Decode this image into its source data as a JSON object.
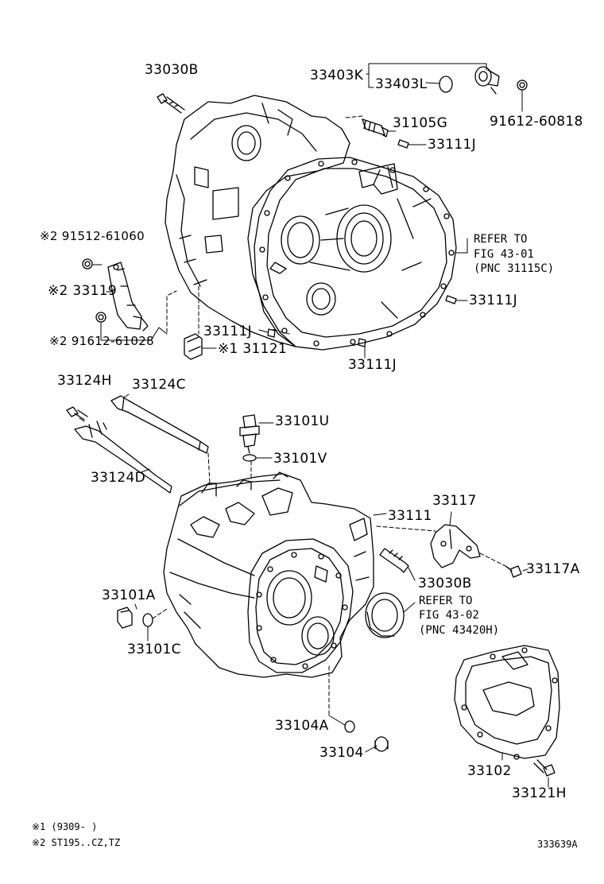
{
  "callouts": {
    "p33030B_top": "33030B",
    "p33403K": "33403K",
    "p33403L": "33403L",
    "p91612_60818": "91612-60818",
    "p31105G": "31105G",
    "p33111J_a": "33111J",
    "p91512_61060": "※2 91512-61060",
    "p33119": "※2 33119",
    "p91612_61028": "※2 91612-61028",
    "p33111J_b": "33111J",
    "p31121": "※1 31121",
    "p33111J_c": "33111J",
    "p33111J_d": "33111J",
    "p33124H": "33124H",
    "p33124C": "33124C",
    "p33124D": "33124D",
    "p33101U": "33101U",
    "p33101V": "33101V",
    "p33111": "33111",
    "p33117": "33117",
    "p33030B_mid": "33030B",
    "p33117A": "33117A",
    "p33101A": "33101A",
    "p33101C": "33101C",
    "p33104A": "33104A",
    "p33104": "33104",
    "p33102": "33102",
    "p33121H": "33121H"
  },
  "refer1": {
    "line1": "REFER TO",
    "line2": "FIG 43-01",
    "line3": "(PNC 31115C)"
  },
  "refer2": {
    "line1": "REFER TO",
    "line2": "FIG 43-02",
    "line3": "(PNC 43420H)"
  },
  "notes": {
    "note1": "※1 (9309-     )",
    "note2": "※2 ST195..CZ,TZ"
  },
  "figure_id": "333639A"
}
